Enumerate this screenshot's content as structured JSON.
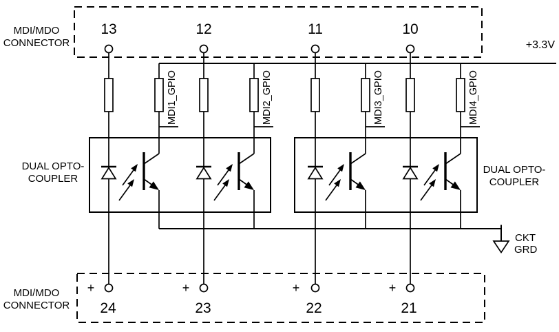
{
  "circuit": {
    "supply": {
      "label": "+3.3V"
    },
    "ground": {
      "line1": "CKT",
      "line2": "GRD"
    },
    "top_connector": {
      "name_line1": "MDI/MDO",
      "name_line2": "CONNECTOR"
    },
    "bottom_connector": {
      "name_line1": "MDI/MDO",
      "name_line2": "CONNECTOR"
    },
    "left_coupler": {
      "line1": "DUAL OPTO-",
      "line2": "COUPLER"
    },
    "right_coupler": {
      "line1": "DUAL OPTO-",
      "line2": "COUPLER"
    },
    "channels": [
      {
        "top_pin": "13",
        "bottom_pin": "24",
        "bottom_polarity": "+",
        "gpio_net": "MDI1_GPIO"
      },
      {
        "top_pin": "12",
        "bottom_pin": "23",
        "bottom_polarity": "+",
        "gpio_net": "MDI2_GPIO"
      },
      {
        "top_pin": "11",
        "bottom_pin": "22",
        "bottom_polarity": "+",
        "gpio_net": "MDI3_GPIO"
      },
      {
        "top_pin": "10",
        "bottom_pin": "21",
        "bottom_polarity": "+",
        "gpio_net": "MDI4_GPIO"
      }
    ]
  }
}
